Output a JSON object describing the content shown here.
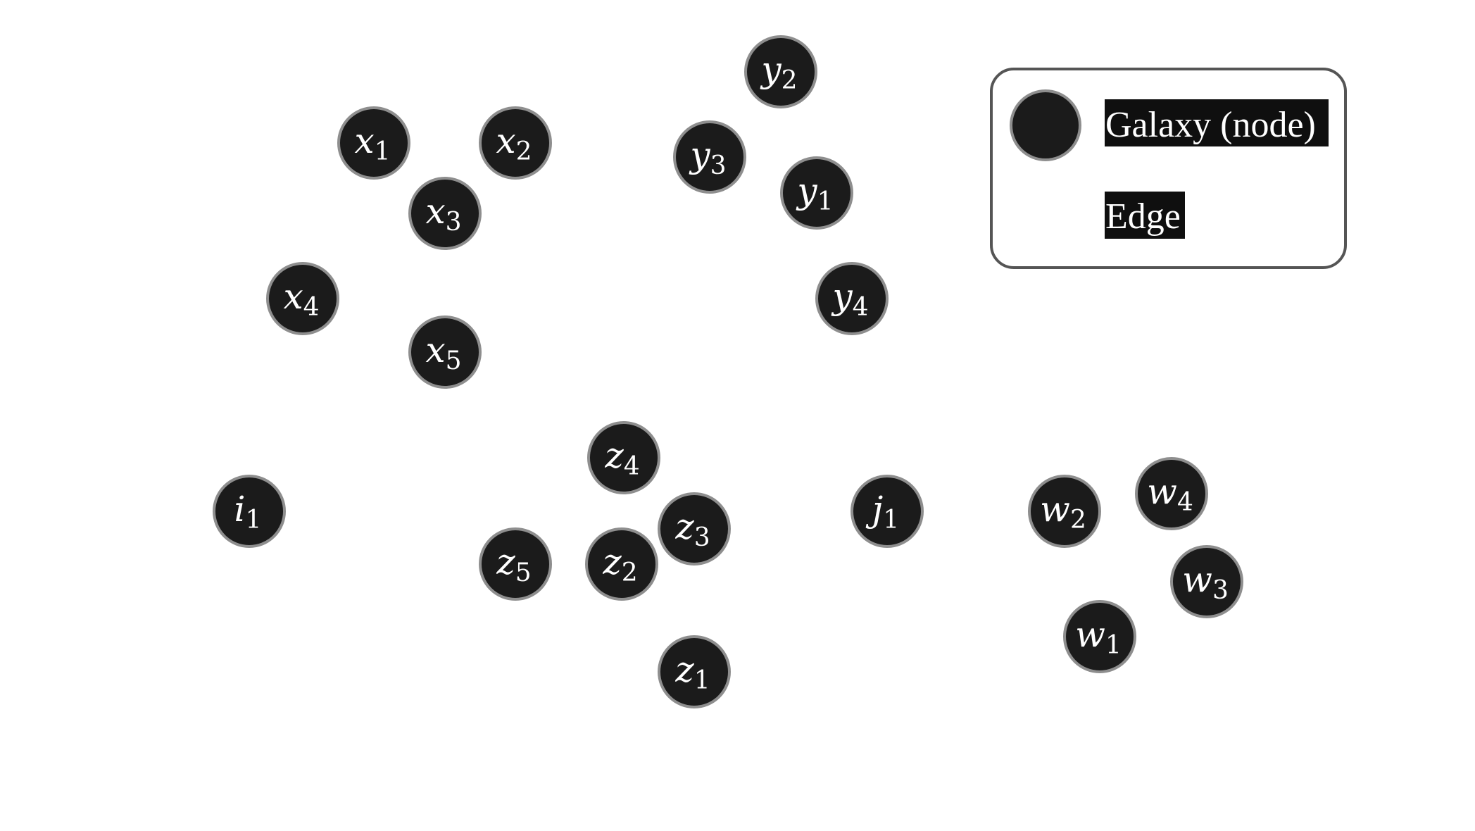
{
  "nodes": [
    {
      "id": "x1",
      "base": "x",
      "sub": "1"
    },
    {
      "id": "x2",
      "base": "x",
      "sub": "2"
    },
    {
      "id": "x3",
      "base": "x",
      "sub": "3"
    },
    {
      "id": "x4",
      "base": "x",
      "sub": "4"
    },
    {
      "id": "x5",
      "base": "x",
      "sub": "5"
    },
    {
      "id": "y1",
      "base": "y",
      "sub": "1"
    },
    {
      "id": "y2",
      "base": "y",
      "sub": "2"
    },
    {
      "id": "y3",
      "base": "y",
      "sub": "3"
    },
    {
      "id": "y4",
      "base": "y",
      "sub": "4"
    },
    {
      "id": "z1",
      "base": "z",
      "sub": "1"
    },
    {
      "id": "z2",
      "base": "z",
      "sub": "2"
    },
    {
      "id": "z3",
      "base": "z",
      "sub": "3"
    },
    {
      "id": "z4",
      "base": "z",
      "sub": "4"
    },
    {
      "id": "z5",
      "base": "z",
      "sub": "5"
    },
    {
      "id": "i1",
      "base": "i",
      "sub": "1"
    },
    {
      "id": "j1",
      "base": "j",
      "sub": "1"
    },
    {
      "id": "w1",
      "base": "w",
      "sub": "1"
    },
    {
      "id": "w2",
      "base": "w",
      "sub": "2"
    },
    {
      "id": "w3",
      "base": "w",
      "sub": "3"
    },
    {
      "id": "w4",
      "base": "w",
      "sub": "4"
    }
  ],
  "legend": {
    "node_label": "Galaxy (node)",
    "edge_label": "Edge"
  },
  "colors": {
    "node_fill": "#1b1b1b",
    "node_stroke": "#8e8e8e",
    "label": "#ffffff",
    "legend_border": "#555555"
  }
}
